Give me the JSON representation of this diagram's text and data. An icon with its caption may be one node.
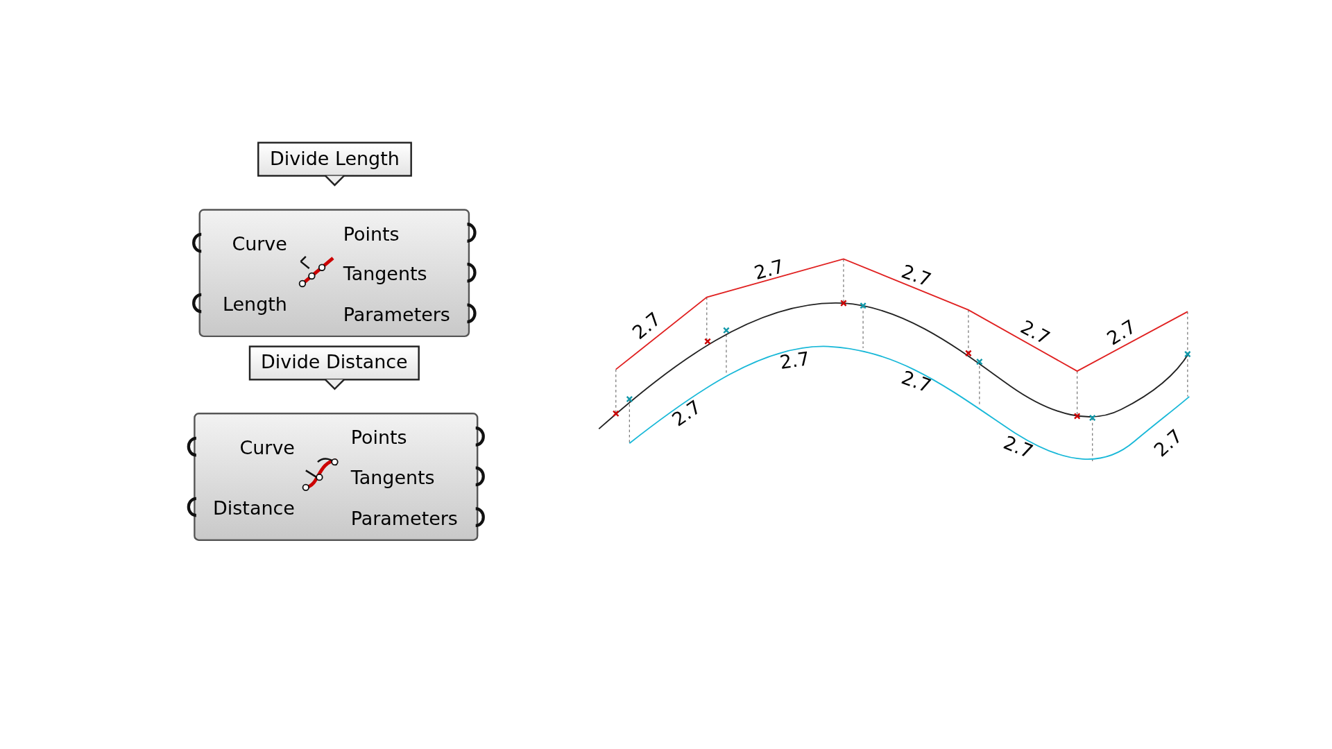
{
  "diagram": {
    "nodes": [
      {
        "text": [
          "Divide Length"
        ]
      },
      {
        "text": [
          "Curve",
          "Length",
          "Points",
          "Tangents",
          "Parameters"
        ]
      },
      {
        "text": [
          "Divide Distance"
        ]
      },
      {
        "text": [
          "Curve",
          "Distance",
          "Points",
          "Tangents",
          "Parameters"
        ]
      }
    ],
    "labels": [
      "2.7",
      "2.7",
      "2.7",
      "2.7",
      "2.7",
      "2.7",
      "2.7",
      "2.7",
      "2.7",
      "2.7"
    ]
  }
}
